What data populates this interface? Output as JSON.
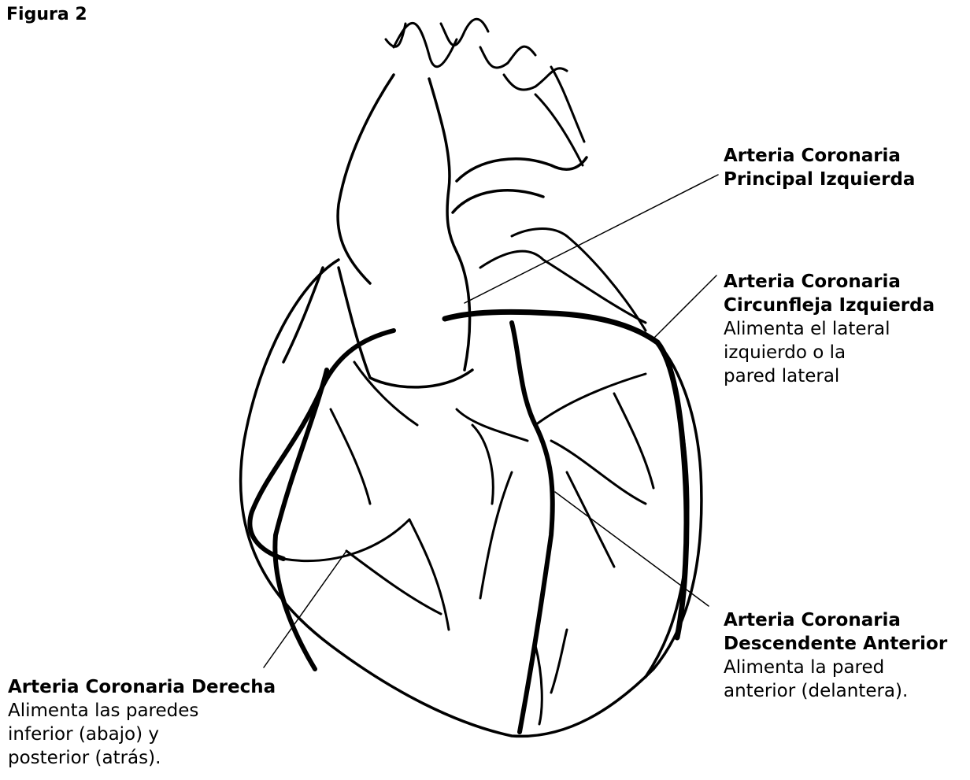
{
  "figure_title": "Figura 2",
  "labels": {
    "left_main": {
      "name_1": "Arteria Coronaria",
      "name_2": "Principal Izquierda"
    },
    "left_circumflex": {
      "name_1": "Arteria Coronaria",
      "name_2": "Circunfleja Izquierda",
      "desc_1": "Alimenta el lateral",
      "desc_2": "izquierdo o la",
      "desc_3": "pared lateral"
    },
    "left_anterior_descending": {
      "name_1": "Arteria Coronaria",
      "name_2": "Descendente Anterior",
      "desc_1": "Alimenta la pared",
      "desc_2": "anterior (delantera)."
    },
    "right_coronary": {
      "name_1": "Arteria Coronaria Derecha",
      "desc_1": "Alimenta las paredes",
      "desc_2": "inferior (abajo) y",
      "desc_3": "posterior (atrás)."
    }
  }
}
